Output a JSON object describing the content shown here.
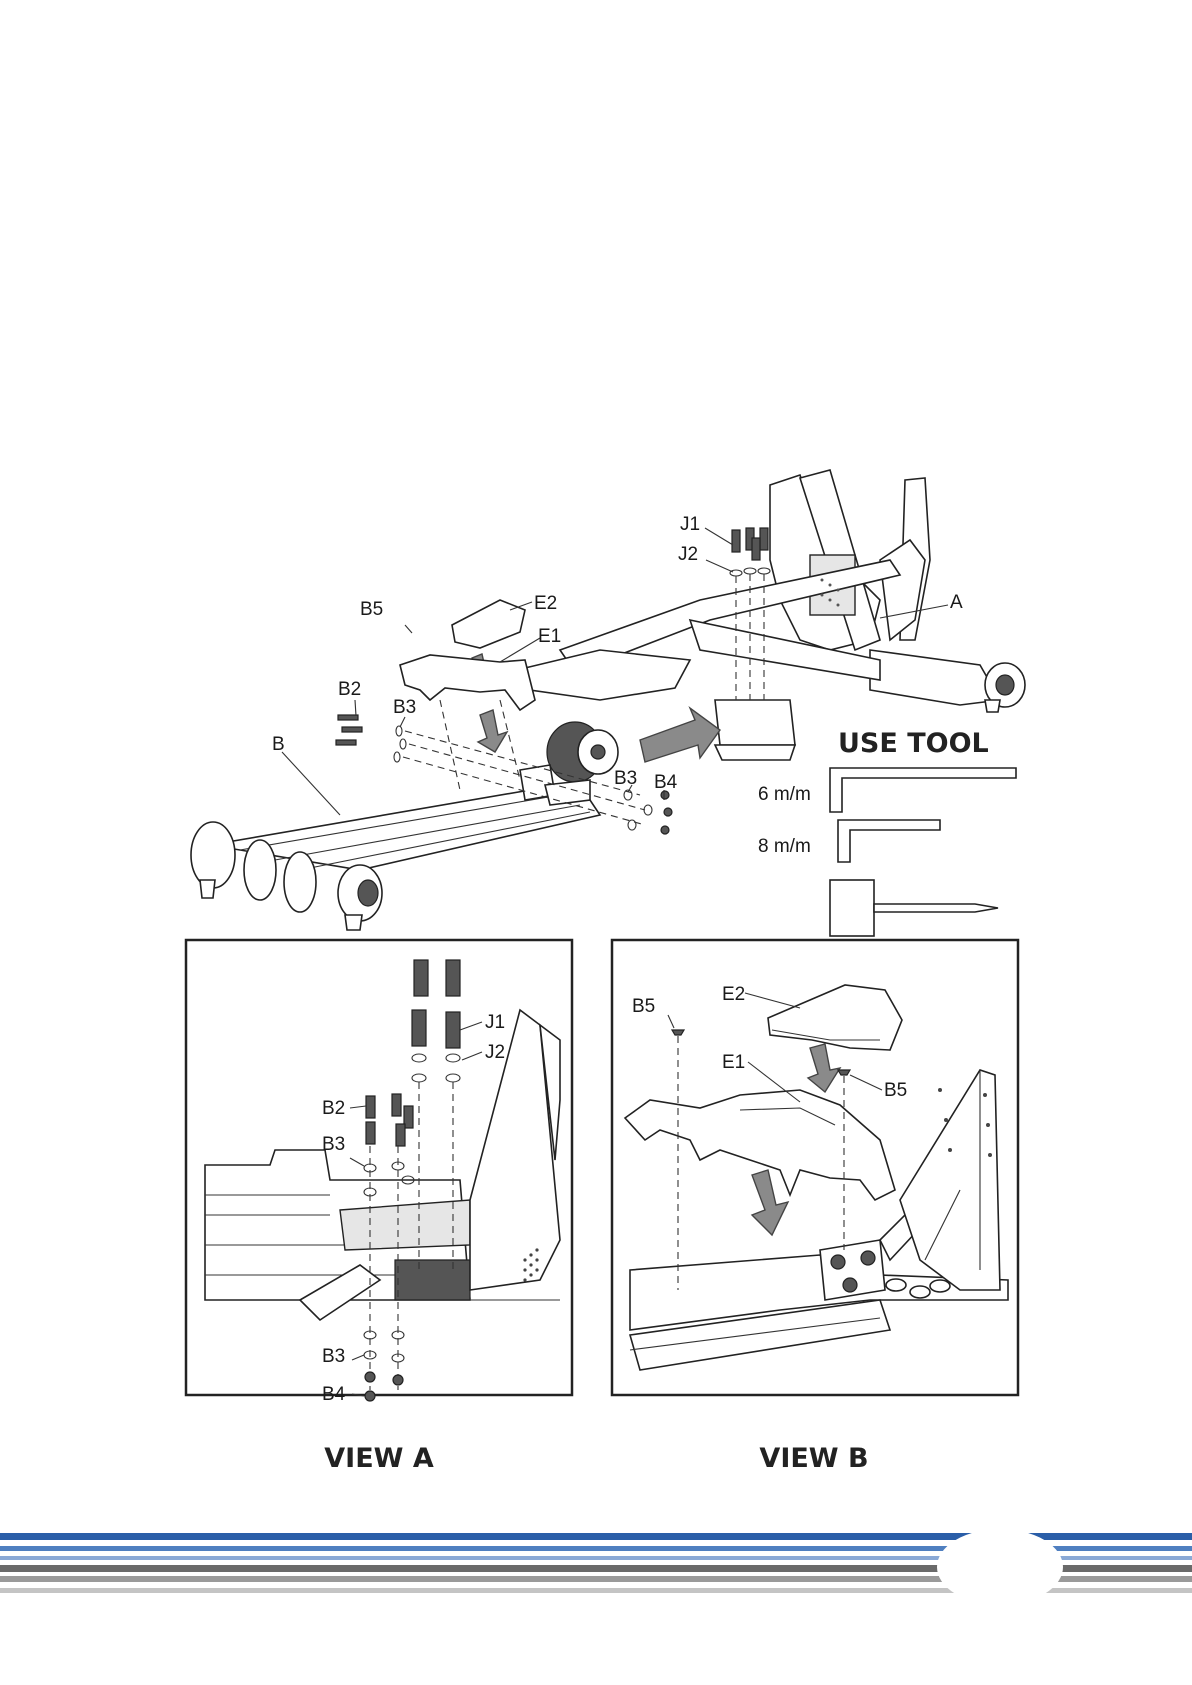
{
  "labels": {
    "a": "A",
    "b": "B",
    "b2": "B2",
    "b3": "B3",
    "b4": "B4",
    "b5": "B5",
    "e1": "E1",
    "e2": "E2",
    "j1": "J1",
    "j2": "J2"
  },
  "tools": {
    "title": "USE TOOL",
    "wrench_6": "6 m/m",
    "wrench_8": "8 m/m"
  },
  "views": {
    "view_a": "VIEW A",
    "view_b": "VIEW B"
  },
  "footer": {
    "stripe_colors": [
      "#2a5ea8",
      "#4f7fc0",
      "#8aa9d6",
      "#6a6a6a",
      "#9a9a9a",
      "#c4c4c4"
    ]
  }
}
